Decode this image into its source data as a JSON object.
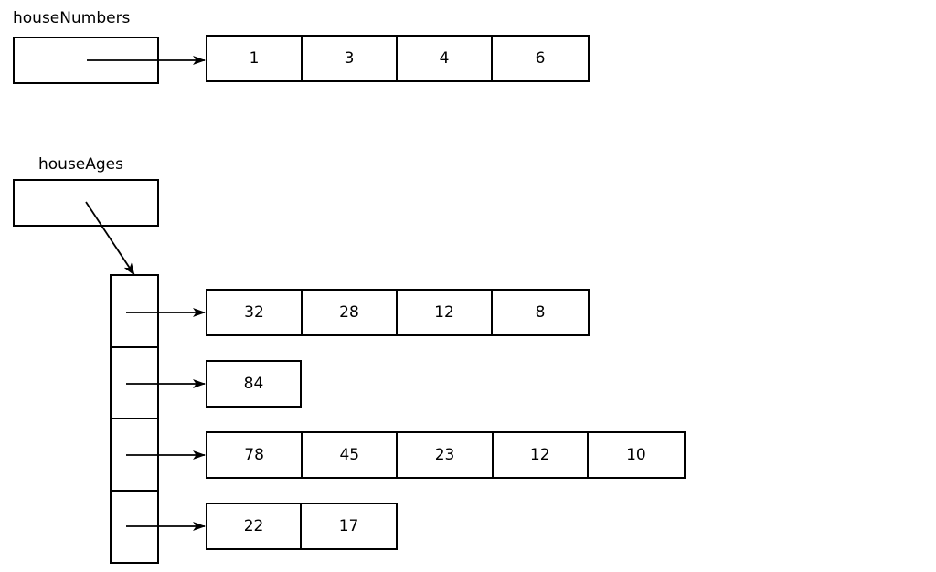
{
  "diagram": {
    "title_labels": {
      "house_numbers": "houseNumbers",
      "house_ages": "houseAges"
    },
    "house_numbers": {
      "label": "houseNumbers",
      "values": [
        "1",
        "3",
        "4",
        "6"
      ]
    },
    "house_ages": {
      "label": "houseAges",
      "rows": [
        {
          "values": [
            "32",
            "28",
            "12",
            "8"
          ]
        },
        {
          "values": [
            "84"
          ]
        },
        {
          "values": [
            "78",
            "45",
            "23",
            "12",
            "10"
          ]
        },
        {
          "values": [
            "22",
            "17"
          ]
        }
      ]
    },
    "colors": {
      "stroke": "#000000",
      "fill": "#ffffff",
      "text": "#000000"
    }
  }
}
